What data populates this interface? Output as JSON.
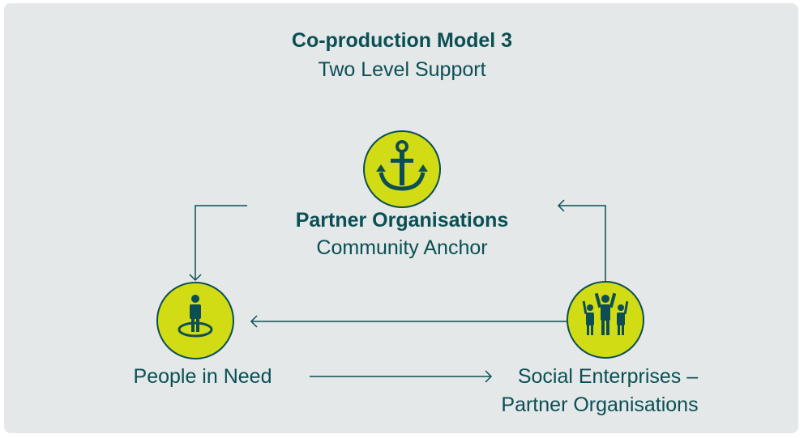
{
  "title": "Co-production Model 3",
  "subtitle": "Two Level Support",
  "nodes": {
    "anchor": {
      "title": "Partner Organisations",
      "subtitle": "Community Anchor",
      "icon": "anchor-icon"
    },
    "people": {
      "label": "People in Need",
      "icon": "person-in-circle-icon"
    },
    "social": {
      "label_line1": "Social Enterprises –",
      "label_line2": "Partner Organisations",
      "icon": "group-icon"
    }
  },
  "colors": {
    "background": "#e4e8e8",
    "node_fill": "#d2dc14",
    "ink": "#0b4f55"
  }
}
